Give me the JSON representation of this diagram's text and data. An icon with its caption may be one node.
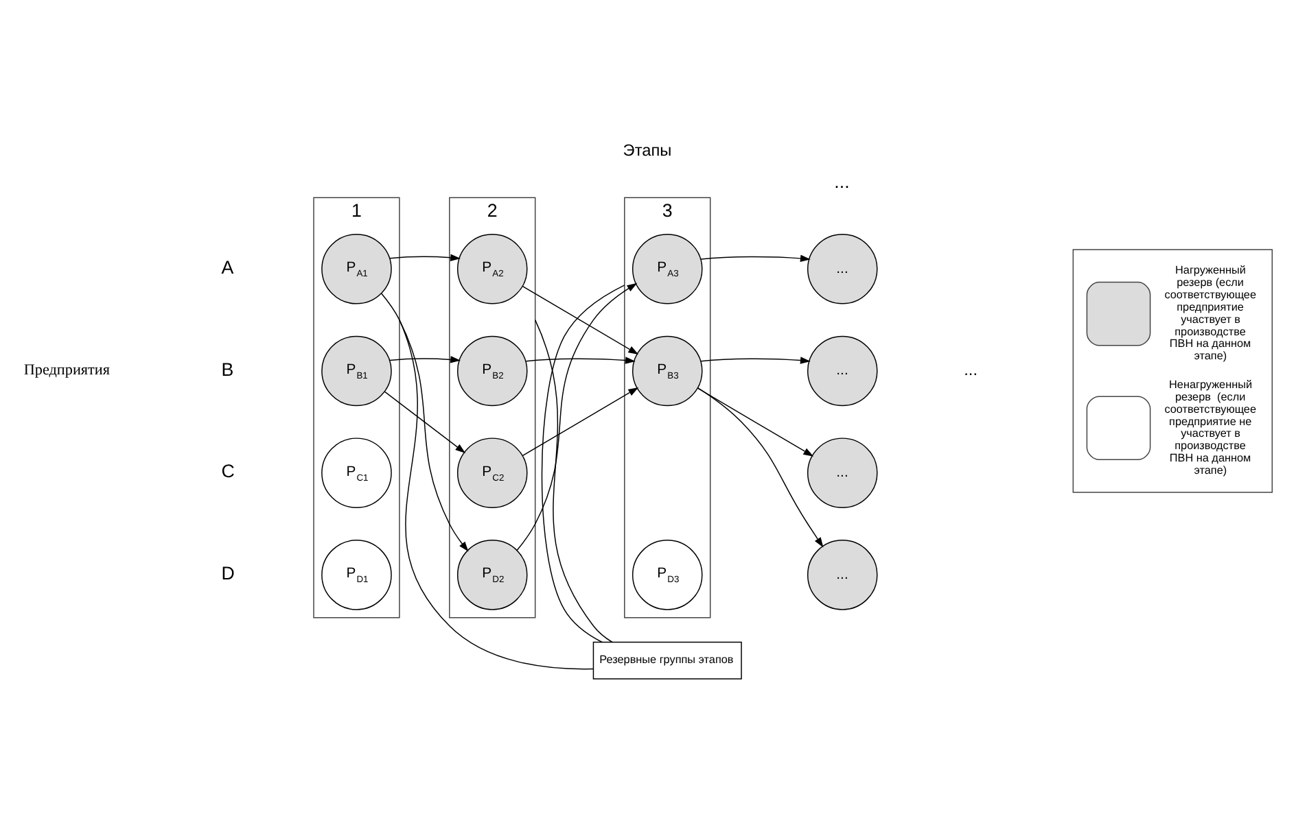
{
  "diagram": {
    "title": "Этапы",
    "nodes": [
      {
        "text": [
          "1"
        ]
      },
      {
        "text": [
          "P$_{A1}$"
        ],
        "in": 0
      },
      {
        "text": [
          "P$_{B1}$"
        ],
        "in": 0
      },
      {
        "text": [
          "P$_{C1}$"
        ],
        "in": 0
      },
      {
        "text": [
          "P$_{D1}$"
        ],
        "in": 0
      },
      {
        "text": [
          "2"
        ]
      },
      {
        "text": [
          "P$_{A2}$"
        ],
        "in": 5
      },
      {
        "text": [
          "P$_{B2}$"
        ],
        "in": 5
      },
      {
        "text": [
          "P$_{C2}$"
        ],
        "in": 5
      },
      {
        "text": [
          "P$_{D2}$"
        ],
        "in": 5
      },
      {
        "text": [
          "3"
        ]
      },
      {
        "text": [
          "P$_{A3}$"
        ],
        "in": 10
      },
      {
        "text": [
          "P$_{B3}$"
        ],
        "in": 10
      },
      {
        "text": [
          "P$_{D3}$"
        ],
        "in": 10
      },
      {
        "text": [
          "..."
        ]
      },
      {
        "text": [
          "..."
        ]
      },
      {
        "text": [
          "..."
        ]
      },
      {
        "text": [
          "..."
        ]
      },
      {
        "text": [
          "Резервные группы этапов"
        ]
      }
    ],
    "edges": [
      {
        "from": 1,
        "to": 6,
        "arrow": "to"
      },
      {
        "from": 1,
        "to": 9,
        "arrow": "to"
      },
      {
        "from": 2,
        "to": 7,
        "arrow": "to"
      },
      {
        "from": 2,
        "to": 8,
        "arrow": "to"
      },
      {
        "from": 6,
        "to": 12,
        "arrow": "to"
      },
      {
        "from": 7,
        "to": 12,
        "arrow": "to"
      },
      {
        "from": 8,
        "to": 12,
        "arrow": "to"
      },
      {
        "from": 9,
        "to": 11,
        "arrow": "to"
      },
      {
        "from": 11,
        "to": 14,
        "arrow": "to"
      },
      {
        "from": 12,
        "to": 15,
        "arrow": "to"
      },
      {
        "from": 12,
        "to": 16,
        "arrow": "to"
      },
      {
        "from": 12,
        "to": 17,
        "arrow": "to"
      },
      {
        "from": 18,
        "to": 0,
        "arrow": "none"
      },
      {
        "from": 18,
        "to": 5,
        "arrow": "none"
      },
      {
        "from": 18,
        "to": 10,
        "arrow": "none"
      }
    ],
    "labels": [
      "...",
      "A",
      "B",
      "C",
      "D",
      "Предприятия",
      "..."
    ],
    "legend": [
      {
        "text": "Нагруженный резерв (если соответствующее предприятие участвует в производстве ПВН на данном этапе)",
        "color": "#dcdcdc"
      },
      {
        "text": "Ненагруженный резерв  (если соответствующее предприятие не участвует в производстве ПВН на данном этапе)",
        "color": "#ffffff"
      }
    ]
  }
}
